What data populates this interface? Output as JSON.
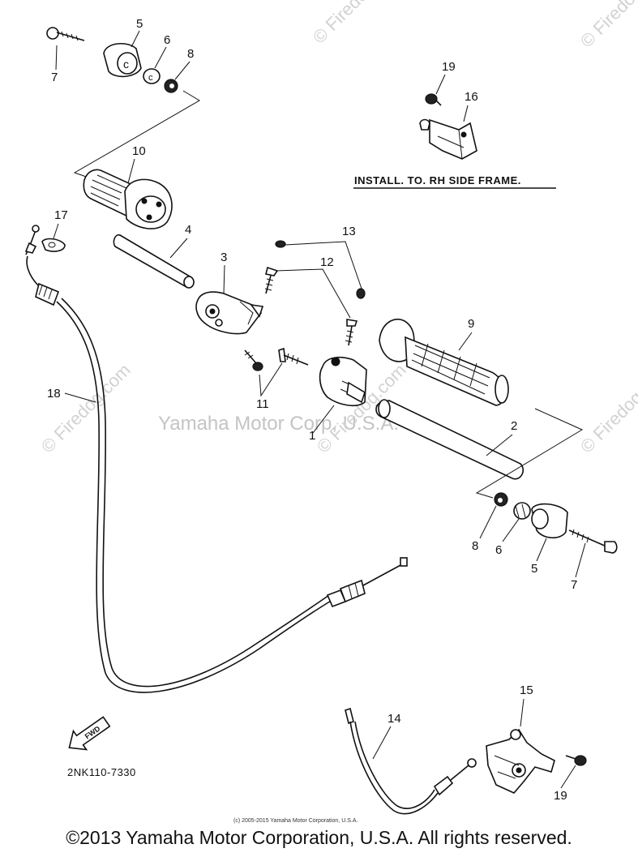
{
  "diagram": {
    "callouts": {
      "c1": "1",
      "c2": "2",
      "c3": "3",
      "c4": "4",
      "c5a": "5",
      "c5b": "5",
      "c6a": "6",
      "c6b": "6",
      "c7a": "7",
      "c7b": "7",
      "c8a": "8",
      "c8b": "8",
      "c9": "9",
      "c10": "10",
      "c11": "11",
      "c12": "12",
      "c13": "13",
      "c14": "14",
      "c15": "15",
      "c16": "16",
      "c17": "17",
      "c18": "18",
      "c19a": "19",
      "c19b": "19"
    },
    "install_note": "INSTALL. TO. RH SIDE FRAME.",
    "fwd_label": "FWD",
    "catalog_number": "2NK110-7330",
    "watermark_center": "Yamaha Motor Corp, U.S.A.",
    "watermark_brand": "© Firedog.com",
    "small_copyright": "(c) 2005-2015 Yamaha Motor Corporation, U.S.A.",
    "footer_copyright": "©2013 Yamaha Motor Corporation, U.S.A. All rights reserved."
  }
}
